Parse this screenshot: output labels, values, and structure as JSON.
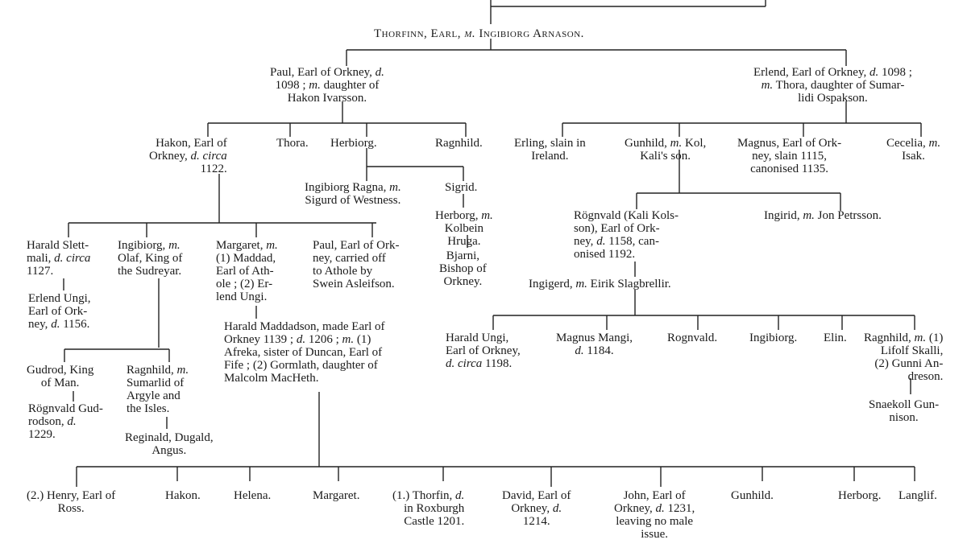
{
  "root": {
    "lines": [
      "Thorfinn, Earl, m. Ingibiorg Arnason."
    ]
  },
  "gen1": {
    "paul": {
      "lines": [
        "Paul, Earl of Orkney, d.",
        "1098 ; m. daughter of",
        "Hakon Ivarsson."
      ]
    },
    "erlend": {
      "lines": [
        "Erlend, Earl of Orkney, d. 1098 ;",
        "m. Thora, daughter of Sumar-",
        "lidi Ospakson."
      ]
    }
  },
  "gen2": {
    "hakon": {
      "lines": [
        "Hakon, Earl of",
        "Orkney, d. circa",
        "1122."
      ]
    },
    "thora": {
      "lines": [
        "Thora."
      ]
    },
    "herbiorg": {
      "lines": [
        "Herbiorg."
      ]
    },
    "ragnhild": {
      "lines": [
        "Ragnhild."
      ]
    },
    "erling": {
      "lines": [
        "Erling, slain in",
        "Ireland."
      ]
    },
    "gunhild": {
      "lines": [
        "Gunhild, m. Kol,",
        "Kali's son."
      ]
    },
    "magnus": {
      "lines": [
        "Magnus, Earl of Ork-",
        "ney, slain 1115,",
        "canonised 1135."
      ]
    },
    "cecelia": {
      "lines": [
        "Cecelia, m.",
        "Isak."
      ]
    }
  },
  "gen3": {
    "ingibiorg_ragna": {
      "lines": [
        "Ingibiorg Ragna, m.",
        "Sigurd of Westness."
      ]
    },
    "sigrid": {
      "lines": [
        "Sigrid."
      ]
    },
    "herborg": {
      "lines": [
        "Herborg, m.",
        "Kolbein",
        "Hruga."
      ]
    },
    "bjarni": {
      "lines": [
        "Bjarni,",
        "Bishop of",
        "Orkney."
      ]
    },
    "rognvald": {
      "lines": [
        "Rögnvald (Kali Kols-",
        "son), Earl of Ork-",
        "ney, d. 1158, can-",
        "onised 1192."
      ]
    },
    "ingirid": {
      "lines": [
        "Ingirid, m. Jon Petrsson."
      ]
    },
    "ingigerd": {
      "lines": [
        "Ingigerd, m. Eirik Slagbrellir."
      ]
    },
    "harald_slettmali": {
      "lines": [
        "Harald Slett-",
        "mali, d. circa",
        "1127."
      ]
    },
    "erlend_ungi": {
      "lines": [
        "Erlend Ungi,",
        "Earl of Ork-",
        "ney, d. 1156."
      ]
    },
    "ingibiorg_olaf": {
      "lines": [
        "Ingibiorg, m.",
        "Olaf, King of",
        "the Sudreyar."
      ]
    },
    "margaret": {
      "lines": [
        "Margaret, m.",
        "(1) Maddad,",
        "Earl of Ath-",
        "ole ; (2) Er-",
        "lend Ungi."
      ]
    },
    "paul_athole": {
      "lines": [
        "Paul, Earl of Ork-",
        "ney, carried off",
        "to Athole by",
        "Swein Asleifson."
      ]
    },
    "harald_maddadson": {
      "lines": [
        "Harald Maddadson, made Earl of",
        "Orkney 1139 ; d. 1206 ; m. (1)",
        "Afreka, sister of Duncan, Earl of",
        "Fife ; (2) Gormlath, daughter of",
        "Malcolm MacHeth."
      ]
    },
    "gudrod": {
      "lines": [
        "Gudrod, King",
        "of Man."
      ]
    },
    "rognvald_gudrodson": {
      "lines": [
        "Rögnvald Gud-",
        "rodson, d.",
        "1229."
      ]
    },
    "ragnhild_sumarlid": {
      "lines": [
        "Ragnhild, m.",
        "Sumarlid of",
        "Argyle and",
        "the Isles."
      ]
    },
    "reginald": {
      "lines": [
        "Reginald, Dugald,",
        "Angus."
      ]
    },
    "harald_ungi": {
      "lines": [
        "Harald Ungi,",
        "Earl of Orkney,",
        "d. circa 1198."
      ]
    },
    "magnus_mangi": {
      "lines": [
        "Magnus Mangi,",
        "d. 1184."
      ]
    },
    "rognvald2": {
      "lines": [
        "Rognvald."
      ]
    },
    "ingibiorg2": {
      "lines": [
        "Ingibiorg."
      ]
    },
    "elin": {
      "lines": [
        "Elin."
      ]
    },
    "ragnhild_lifolf": {
      "lines": [
        "Ragnhild, m. (1)",
        "Lifolf Skalli,",
        "(2) Gunni An-",
        "dreson."
      ]
    },
    "snaekoll": {
      "lines": [
        "Snaekoll Gun-",
        "nison."
      ]
    }
  },
  "gen4": {
    "henry": {
      "lines": [
        "(2.) Henry, Earl of",
        "Ross."
      ]
    },
    "hakon": {
      "lines": [
        "Hakon."
      ]
    },
    "helena": {
      "lines": [
        "Helena."
      ]
    },
    "margaret": {
      "lines": [
        "Margaret."
      ]
    },
    "thorfin": {
      "lines": [
        "(1.) Thorfin, d.",
        "in Roxburgh",
        "Castle 1201."
      ]
    },
    "david": {
      "lines": [
        "David, Earl of",
        "Orkney, d.",
        "1214."
      ]
    },
    "john": {
      "lines": [
        "John, Earl of",
        "Orkney, d. 1231,",
        "leaving no male",
        "issue."
      ]
    },
    "gunhild": {
      "lines": [
        "Gunhild."
      ]
    },
    "herborg": {
      "lines": [
        "Herborg."
      ]
    },
    "langlif": {
      "lines": [
        "Langlif."
      ]
    }
  }
}
